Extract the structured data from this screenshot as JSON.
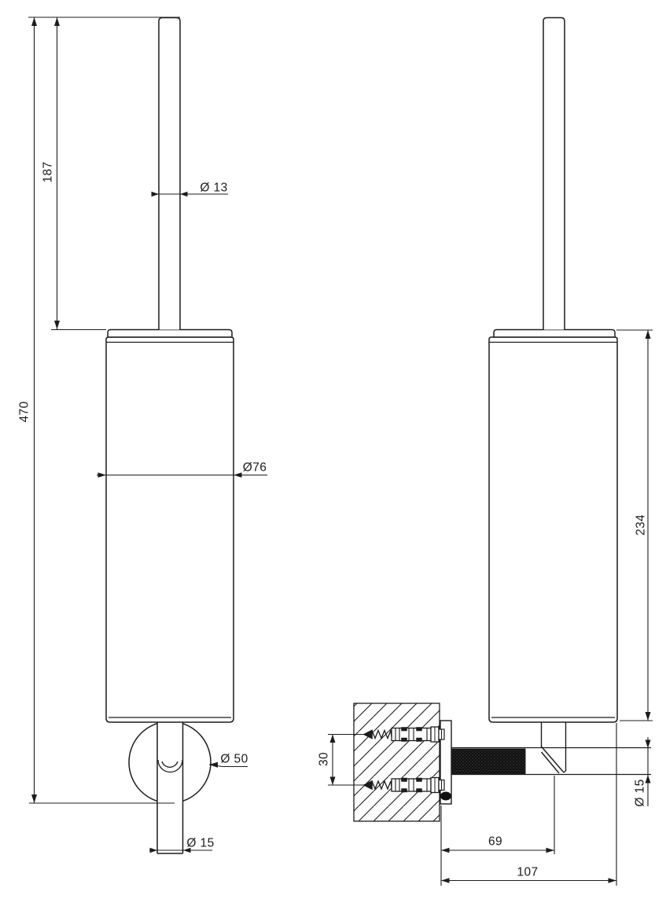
{
  "meta": {
    "type": "technical-dimension-drawing",
    "subject": "wall-mounted toilet brush holder",
    "views": [
      "front-view",
      "side-view-with-wall-section"
    ]
  },
  "colors": {
    "line": "#1c1c1c",
    "background": "#ffffff",
    "knurl_fill": "#111111"
  },
  "dimensions": {
    "handle_length": "187",
    "overall_height": "470",
    "handle_diameter": "Ø 13",
    "body_diameter": "Ø76",
    "rosette_diameter": "Ø 50",
    "shaft_diameter_front": "Ø 15",
    "body_height": "234",
    "arm_diameter_side": "Ø 15",
    "screw_spacing": "30",
    "wall_to_shaft_axis": "69",
    "wall_to_front_edge": "107"
  }
}
